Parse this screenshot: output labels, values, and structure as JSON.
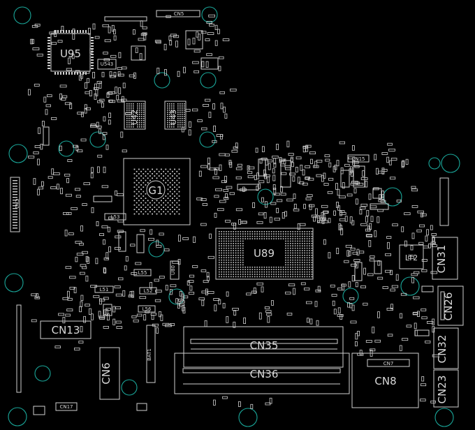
{
  "board": {
    "background": "#000000",
    "outline_color": "#d0d0d0",
    "mounting_hole_color": "#1aa79a",
    "components": {
      "U95": "U95",
      "G1": "G1",
      "U89": "U89",
      "U42": "U42",
      "U43": "U43",
      "U543": "U543",
      "LT2": "LT2",
      "CN1": "CN1",
      "CN5": "CN5",
      "CN6": "CN6",
      "CN7": "CN7",
      "CN8": "CN8",
      "CN13": "CN13",
      "CN15": "CN15",
      "CN17": "CN17",
      "CN23": "CN23",
      "CN26": "CN26",
      "CN31": "CN31",
      "CN32": "CN32",
      "CN35": "CN35",
      "CN36": "CN36",
      "BAT1": "BAT1",
      "L53": "L53",
      "L51": "L51",
      "L52": "L52",
      "L55": "L55",
      "L56": "L56",
      "U80": "U80"
    }
  }
}
